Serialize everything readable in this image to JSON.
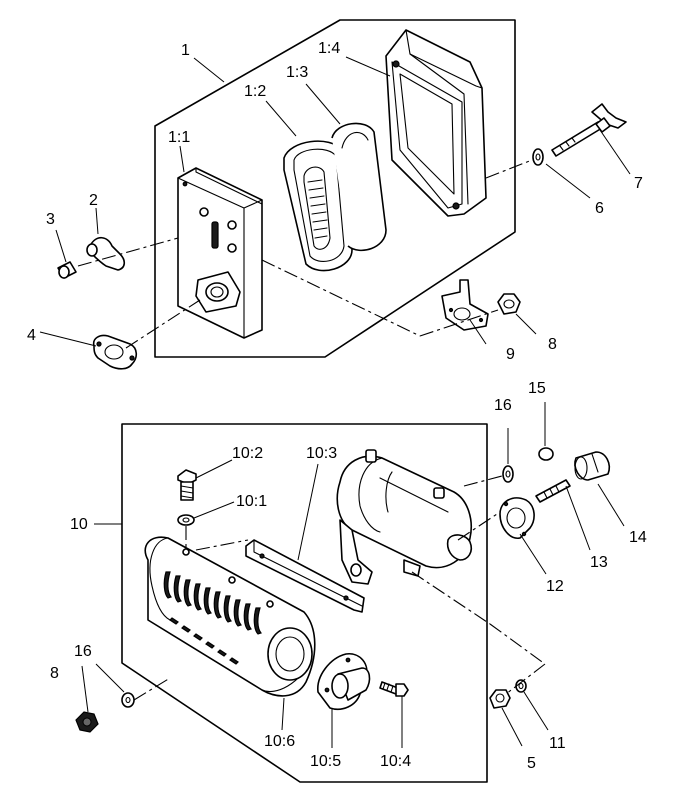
{
  "labels": {
    "l1": "1",
    "l1_1": "1:1",
    "l1_2": "1:2",
    "l1_3": "1:3",
    "l1_4": "1:4",
    "l2": "2",
    "l3": "3",
    "l4": "4",
    "l5": "5",
    "l6": "6",
    "l7": "7",
    "l8a": "8",
    "l8b": "8",
    "l9": "9",
    "l10": "10",
    "l10_1": "10:1",
    "l10_2": "10:2",
    "l10_3": "10:3",
    "l10_4": "10:4",
    "l10_5": "10:5",
    "l10_6": "10:6",
    "l11": "11",
    "l12": "12",
    "l13": "13",
    "l14": "14",
    "l15": "15",
    "l16a": "16",
    "l16b": "16"
  }
}
